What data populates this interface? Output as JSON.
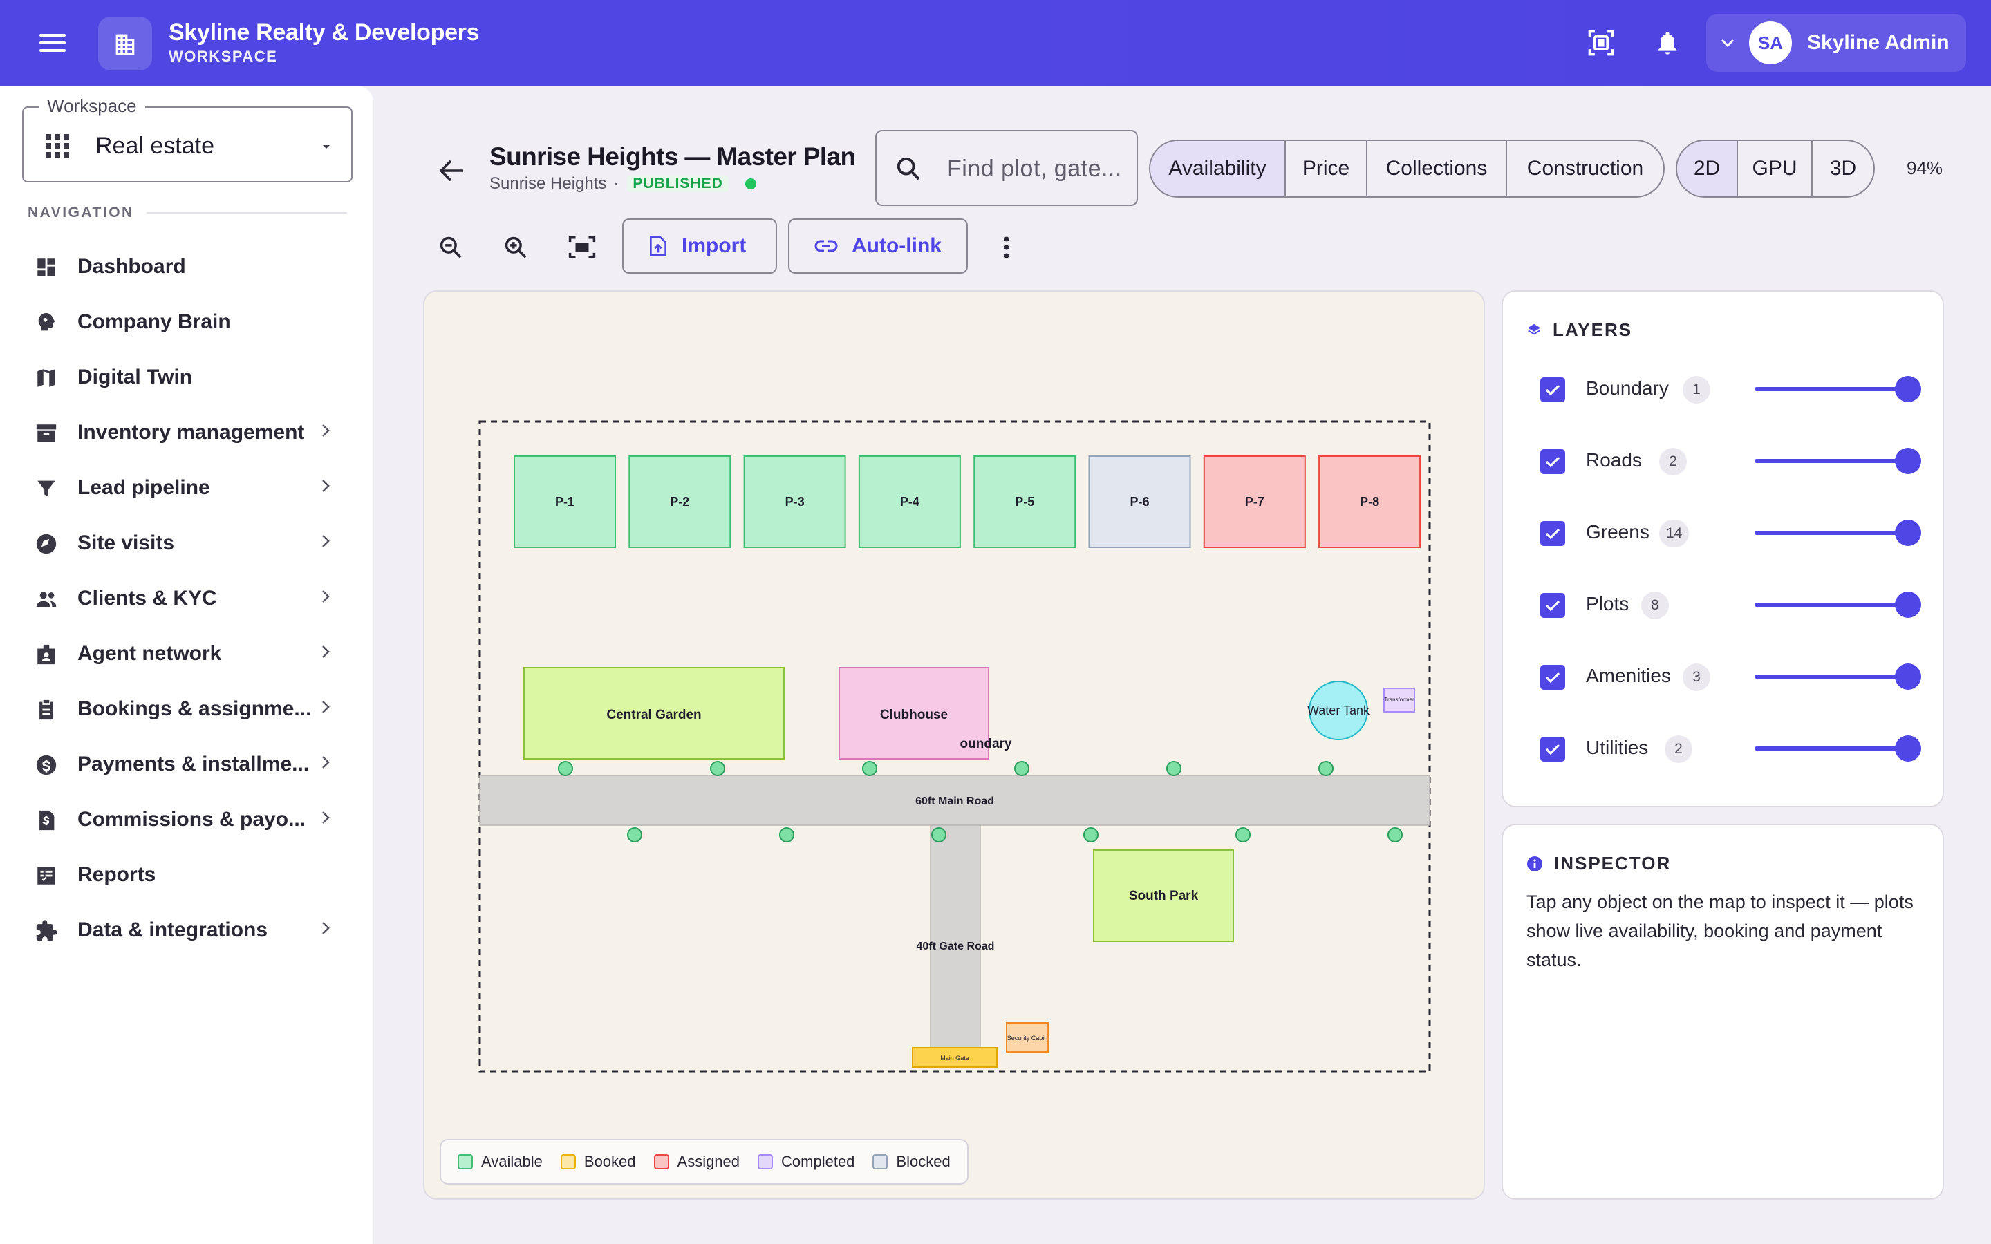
{
  "topbar": {
    "brand_name": "Skyline Realty & Developers",
    "brand_sub": "WORKSPACE",
    "user_initials": "SA",
    "user_name": "Skyline Admin",
    "accent": "#4f46e5"
  },
  "sidebar": {
    "workspace_label": "Workspace",
    "workspace_value": "Real estate",
    "nav_heading": "NAVIGATION",
    "items": [
      {
        "label": "Dashboard",
        "icon": "dashboard-icon",
        "chevron": false
      },
      {
        "label": "Company Brain",
        "icon": "brain-icon",
        "chevron": false
      },
      {
        "label": "Digital Twin",
        "icon": "map-icon",
        "chevron": false
      },
      {
        "label": "Inventory management",
        "icon": "inventory-icon",
        "chevron": true
      },
      {
        "label": "Lead pipeline",
        "icon": "filter-icon",
        "chevron": true
      },
      {
        "label": "Site visits",
        "icon": "compass-icon",
        "chevron": true
      },
      {
        "label": "Clients & KYC",
        "icon": "people-icon",
        "chevron": true
      },
      {
        "label": "Agent network",
        "icon": "badge-icon",
        "chevron": true
      },
      {
        "label": "Bookings & assignme...",
        "icon": "clipboard-icon",
        "chevron": true
      },
      {
        "label": "Payments & installme...",
        "icon": "dollar-icon",
        "chevron": true
      },
      {
        "label": "Commissions & payo...",
        "icon": "invoice-icon",
        "chevron": true
      },
      {
        "label": "Reports",
        "icon": "report-icon",
        "chevron": false
      },
      {
        "label": "Data & integrations",
        "icon": "puzzle-icon",
        "chevron": true
      }
    ]
  },
  "header": {
    "title": "Sunrise Heights — Master Plan",
    "subtitle": "Sunrise Heights",
    "separator": "·",
    "status": "PUBLISHED",
    "search_placeholder": "Find plot, gate...",
    "view_modes": [
      {
        "label": "Availability",
        "active": true
      },
      {
        "label": "Price",
        "active": false
      },
      {
        "label": "Collections",
        "active": false
      },
      {
        "label": "Construction",
        "active": false
      }
    ],
    "render_modes": [
      {
        "label": "2D",
        "active": true
      },
      {
        "label": "GPU",
        "active": false
      },
      {
        "label": "3D",
        "active": false
      }
    ],
    "zoom": "94%"
  },
  "toolbar": {
    "import_label": "Import",
    "autolink_label": "Auto-link"
  },
  "map": {
    "plots": [
      {
        "label": "P-1",
        "status": "available"
      },
      {
        "label": "P-2",
        "status": "available"
      },
      {
        "label": "P-3",
        "status": "available"
      },
      {
        "label": "P-4",
        "status": "available"
      },
      {
        "label": "P-5",
        "status": "available"
      },
      {
        "label": "P-6",
        "status": "blocked"
      },
      {
        "label": "P-7",
        "status": "assigned"
      },
      {
        "label": "P-8",
        "status": "assigned"
      }
    ],
    "central_garden": "Central Garden",
    "clubhouse": "Clubhouse",
    "boundary_label": "oundary",
    "water_tank": "Water Tank",
    "transformer": "Transformer",
    "main_road": "60ft Main Road",
    "gate_road": "40ft Gate Road",
    "south_park": "South Park",
    "security_cabin": "Security Cabin",
    "main_gate": "Main Gate",
    "status_colors": {
      "available": {
        "fill": "#b7f0cf",
        "stroke": "#3fbf74"
      },
      "booked": {
        "fill": "#fde7a8",
        "stroke": "#eab308"
      },
      "assigned": {
        "fill": "#fbc4c4",
        "stroke": "#ef4444"
      },
      "completed": {
        "fill": "#e3d8fb",
        "stroke": "#a78bfa"
      },
      "blocked": {
        "fill": "#e2e6ee",
        "stroke": "#94a3b8"
      }
    }
  },
  "legend": [
    {
      "label": "Available",
      "status": "available"
    },
    {
      "label": "Booked",
      "status": "booked"
    },
    {
      "label": "Assigned",
      "status": "assigned"
    },
    {
      "label": "Completed",
      "status": "completed"
    },
    {
      "label": "Blocked",
      "status": "blocked"
    }
  ],
  "layers": {
    "title": "LAYERS",
    "items": [
      {
        "name": "Boundary",
        "count": "1",
        "checked": true,
        "opacity": 1.0
      },
      {
        "name": "Roads",
        "count": "2",
        "checked": true,
        "opacity": 1.0
      },
      {
        "name": "Greens",
        "count": "14",
        "checked": true,
        "opacity": 1.0
      },
      {
        "name": "Plots",
        "count": "8",
        "checked": true,
        "opacity": 1.0
      },
      {
        "name": "Amenities",
        "count": "3",
        "checked": true,
        "opacity": 1.0
      },
      {
        "name": "Utilities",
        "count": "2",
        "checked": true,
        "opacity": 1.0
      }
    ]
  },
  "inspector": {
    "title": "INSPECTOR",
    "text": "Tap any object on the map to inspect it — plots show live availability, booking and payment status."
  }
}
